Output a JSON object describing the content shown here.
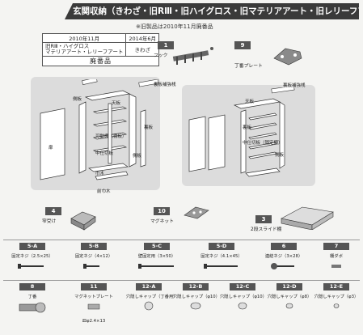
{
  "banner": {
    "title": "玄関収納（きわざ・旧RⅢ・旧ハイグロス・旧マテリアアート・旧レリーフアート）"
  },
  "subnote": "※旧製品は2010年11月廃番品",
  "discontinued": {
    "date1": "2010年11月",
    "date2": "2014年6月",
    "line1": "旧RⅢ・ハイグロス",
    "line2": "マテリアアート・レリーフアート",
    "product": "きわざ",
    "stamp": "廃番品"
  },
  "parts_top": {
    "p1": {
      "num": "1",
      "name": "フック"
    },
    "p9": {
      "num": "9",
      "name": "丁番プレート"
    }
  },
  "callouts": {
    "tenita": "天板",
    "sokuita": "側板",
    "tobira": "扉",
    "kahenodana": "可動棚（棚板）",
    "nakajikiri": "中仕切板",
    "sokuita2": "側板",
    "uraita": "裏板",
    "mazuita": "巾木",
    "hairi": "前巾木",
    "urahokyo1": "裏板補強桟",
    "urahokyo2": "裏板補強桟",
    "uraita2": "裏板",
    "nakajikiri2": "中仕切板（固定棚）",
    "kotei": "天板",
    "sokuita3": "側板"
  },
  "parts_mid": {
    "p4": {
      "num": "4",
      "name": "窄受け"
    },
    "p10": {
      "num": "10",
      "name": "マグネット"
    },
    "p3": {
      "num": "3",
      "name": "2段スライド棚"
    }
  },
  "hardware_row1": [
    {
      "num": "5-A",
      "name": "固定ネジ（2.5×25）"
    },
    {
      "num": "5-B",
      "name": "固定ネジ（4×12）"
    },
    {
      "num": "5-C",
      "name": "壁固定用（3×50）"
    },
    {
      "num": "5-D",
      "name": "固定ネジ（4.1×45）"
    },
    {
      "num": "6",
      "name": "連結ネジ（3×28）"
    },
    {
      "num": "7",
      "name": "棚ダボ"
    }
  ],
  "hardware_row2": [
    {
      "num": "8",
      "name": "丁番"
    },
    {
      "num": "11",
      "name": "マグネットプレート"
    },
    {
      "num": "12-A",
      "name": "穴隠しキャップ（丁番用）"
    },
    {
      "num": "12-B",
      "name": "穴隠しキャップ（φ10）"
    },
    {
      "num": "12-C",
      "name": "穴隠しキャップ（φ10）"
    },
    {
      "num": "12-D",
      "name": "穴隠しキャップ（φ8）"
    },
    {
      "num": "12-E",
      "name": "穴隠しキャップ（φ3）"
    }
  ],
  "bottom_note": "皿φ2.4×13"
}
